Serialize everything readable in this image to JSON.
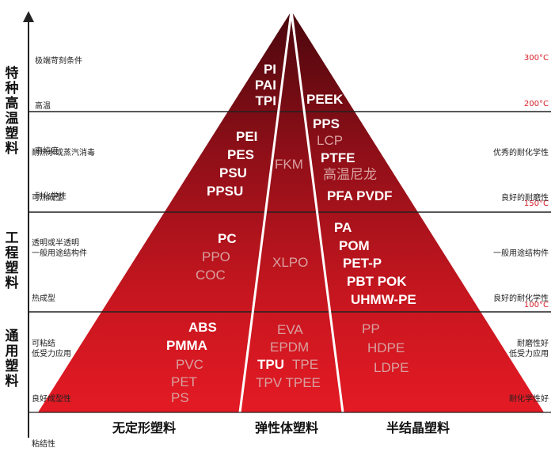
{
  "vertical_labels": [
    "特种高温塑料",
    "工程塑料",
    "通用塑料"
  ],
  "temperatures": [
    "300°C",
    "200°C",
    "150°C",
    "100°C"
  ],
  "left_notes": [
    [
      "极端苛刻条件",
      "高温",
      "高纯度",
      "耐化学性"
    ],
    [
      "耐热水或蒸汽消毒",
      "可热成型",
      "透明或半透明"
    ],
    [
      "一般用途结构件",
      "热成型",
      "可粘结"
    ],
    [
      "低受力应用",
      "良好成型性",
      "粘结性"
    ]
  ],
  "right_notes": [
    [
      "优秀的耐化学性",
      "良好的耐磨性"
    ],
    [
      "一般用途结构件",
      "良好的耐化学性",
      "耐磨性好"
    ],
    [
      "低受力应用",
      "耐化学性好"
    ]
  ],
  "materials": {
    "special_left": [
      "PI",
      "PAI",
      "TPI"
    ],
    "special_right": [
      "PEEK"
    ],
    "hightemp_left": [
      "PEI",
      "PES",
      "PSU",
      "PPSU"
    ],
    "hightemp_mid": [
      "FKM"
    ],
    "hightemp_right_1": [
      "PPS",
      "LCP",
      "PTFE"
    ],
    "hightemp_right_2": [
      "高温尼龙",
      "PFA PVDF"
    ],
    "eng_left_bold": [
      "PC"
    ],
    "eng_left_light": [
      "PPO",
      "COC"
    ],
    "eng_mid": [
      "XLPO"
    ],
    "eng_right": [
      "PA",
      "POM",
      "PET-P",
      "PBT POK",
      "UHMW-PE"
    ],
    "gen_left_bold": [
      "ABS",
      "PMMA"
    ],
    "gen_left_light": [
      "PVC",
      "PET",
      "PS"
    ],
    "gen_mid_light": [
      "EVA",
      "EPDM"
    ],
    "gen_mid_tpu": "TPU",
    "gen_mid_tpe": "TPE",
    "gen_mid_tpv": "TPV TPEE",
    "gen_right": [
      "PP",
      "HDPE",
      "LDPE"
    ]
  },
  "categories": [
    "无定形塑料",
    "弹性体塑料",
    "半结晶塑料"
  ],
  "colors": {
    "pyramid_top": "#5a0a10",
    "pyramid_bottom": "#e41a24",
    "temp_text": "#d6202a"
  }
}
